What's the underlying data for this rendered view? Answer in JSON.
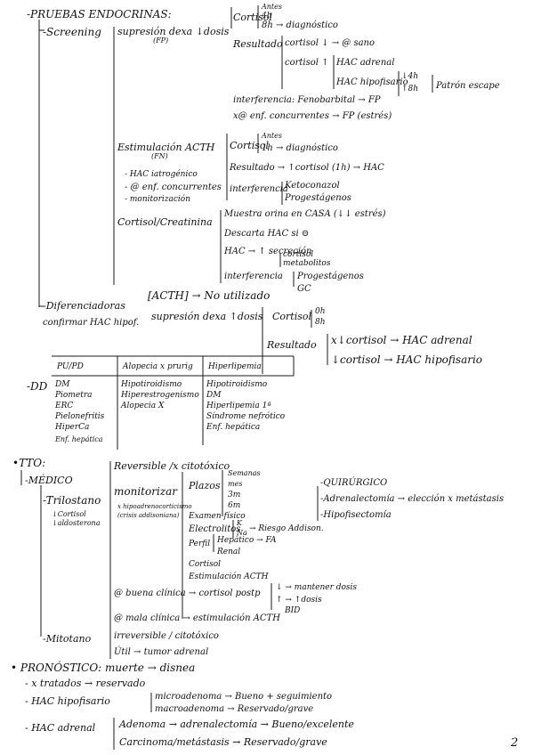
{
  "page_number": "2",
  "pruebas": {
    "title": "-PRUEBAS ENDOCRINAS:",
    "screening": "-Screening",
    "supresion": "supresión dexa ↓dosis",
    "supresion_fp": "(FP)",
    "cortisol1": "Cortisol",
    "antes1": "Antes",
    "h4": "4h",
    "h8diag": "8h → diagnóstico",
    "resultado1": "Resultado",
    "cortisol_down_sano": "cortisol ↓ → @ sano",
    "cortisol_up": "cortisol ↑",
    "hac_adrenal1": "HAC adrenal",
    "hac_hipofisario1": "HAC hipofisario",
    "up4h": "↓4h",
    "up8h": "↑8h",
    "patron_escape": "Patrón escape",
    "interferencia1": "interferencia: Fenobarbital → FP",
    "x_enf": "x@ enf. concurrentes → FP (estrés)",
    "estimulacion": "Estimulación ACTH",
    "estimulacion_fn": "(FN)",
    "cortisol2": "Cortisol",
    "antes2": "Antes",
    "h1diag": "1h → diagnóstico",
    "resultado2": "Resultado → ↑cortisol (1h) → HAC",
    "hac_iatrog": "- HAC iatrogénico",
    "enf_conc": "- @ enf. concurrentes",
    "monit": "- monitorización",
    "interferencia2": "interferencia",
    "ketoconazol": "Ketoconazol",
    "progestagenos1": "Progestágenos",
    "cortisol_crea": "Cortisol/Creatinina",
    "muestra": "Muestra orina en CASA (↓↓ estrés)",
    "descarta": "Descarta HAC si ⊝",
    "hac_secrecion": "HAC → ↑ secreción",
    "cortisol_meta": "cortisol",
    "metabolitos": "metabolitos",
    "interferencia3": "interferencia",
    "progestagenos2": "Progestágenos",
    "gc": "GC",
    "diferenciadoras": "-Diferenciadoras",
    "confirmar": "confirmar HAC hipof.",
    "acth": "[ACTH] → No utilizado",
    "supresion2": "supresión dexa ↑dosis",
    "cortisol3": "Cortisol",
    "h0": "0h",
    "h8": "8h",
    "resultado3": "Resultado",
    "xcort_adrenal": "x↓cortisol → HAC adrenal",
    "dcort_hipof": "↓cortisol → HAC hipofisario"
  },
  "dd": {
    "label": "-DD",
    "headers": [
      "PU/PD",
      "Alopecia x prurig",
      "Hiperlipemia"
    ],
    "col1": [
      "DM",
      "Piometra",
      "ERC",
      "Pielonefritis",
      "HiperCa",
      "Enf. hepática"
    ],
    "col2": [
      "Hipotiroidismo",
      "Hiperestrogenismo",
      "Alopecia X"
    ],
    "col3": [
      "Hipotiroidismo",
      "DM",
      "Hiperlipemia 1ª",
      "Síndrome nefrótico",
      "Enf. hepática"
    ]
  },
  "tto": {
    "title": "•TTO:",
    "medico": "-MÉDICO",
    "trilostano": "-Trilostano",
    "tri_sub1": "↓Cortisol",
    "tri_sub2": "↓aldosterona",
    "reversible": "Reversible /x citotóxico",
    "monitorizar": "monitorizar",
    "monit_sub1": "x hipoadrenocorticismo",
    "monit_sub2": "(crisis addisoniana)",
    "plazos": "Plazos",
    "semanas": "Semanas",
    "mes": "mes",
    "m3": "3m",
    "m6": "6m",
    "examen": "Examen físico",
    "electrolitos": "Electrolitos",
    "k": "K",
    "na": "Na",
    "riesgo": "→ Riesgo Addison.",
    "perfil": "Perfil",
    "hepatico": "Hepático → FA",
    "renal": "Renal",
    "cortisol4": "Cortisol",
    "estim_acth": "Estimulación ACTH",
    "buena": "@ buena clínica → cortisol postp",
    "down_mant": "↓ → mantener dosis",
    "up_dosis": "↑ → ↑dosis",
    "bid": "BID",
    "mala": "@ mala clínica → estimulación ACTH",
    "mitotano": "-Mitotano",
    "irreversible": "irreversible / citotóxico",
    "util": "Útil → tumor adrenal",
    "quirurgico": "-QUIRÚRGICO",
    "adrenalectomia": "-Adrenalectomía → elección x metástasis",
    "hipofisectomia": "-Hipofisectomía"
  },
  "pronostico": {
    "title": "• PRONÓSTICO: muerte → disnea",
    "x_tratados": "- x tratados → reservado",
    "hac_hipof": "- HAC hipofisario",
    "micro": "microadenoma → Bueno + seguimiento",
    "macro": "macroadenoma → Reservado/grave",
    "hac_adrenal": "- HAC adrenal",
    "adenoma": "Adenoma → adrenalectomía → Bueno/excelente",
    "carcinoma": "Carcinoma/metástasis → Reservado/grave"
  }
}
